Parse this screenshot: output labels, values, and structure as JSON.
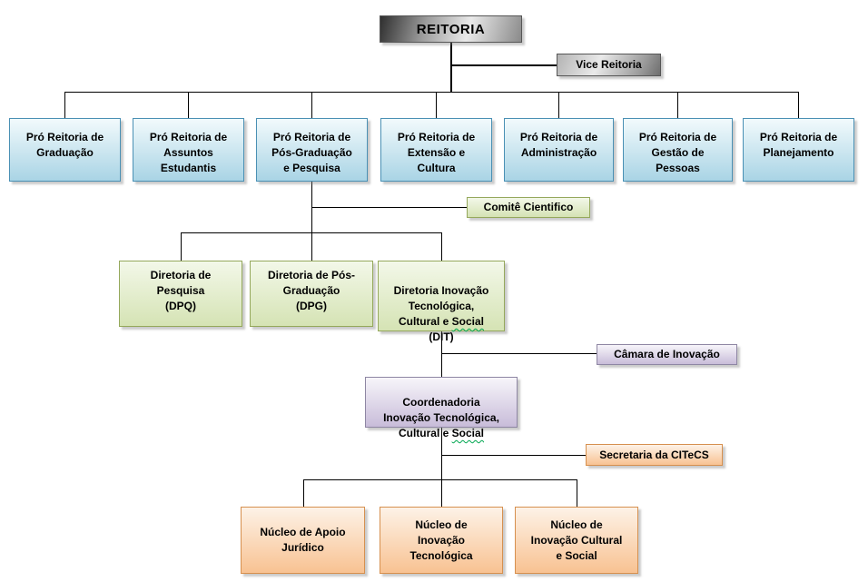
{
  "org": {
    "reitoria": "REITORIA",
    "vice_reitoria": "Vice Reitoria",
    "pro_reitorias": [
      "Pró Reitoria de\nGraduação",
      "Pró Reitoria de\nAssuntos\nEstudantis",
      "Pró Reitoria de\nPós-Graduação\ne Pesquisa",
      "Pró Reitoria de\nExtensão e\nCultura",
      "Pró Reitoria de\nAdministração",
      "Pró Reitoria de\nGestão de\nPessoas",
      "Pró Reitoria de\nPlanejamento"
    ],
    "comite": "Comitê Cientifico",
    "dpq": "Diretoria de\nPesquisa\n(DPQ)",
    "dpg": "Diretoria de Pós-\nGraduação\n(DPG)",
    "dit": {
      "pre": "Diretoria Inovação\nTecnológica,\nCultural e ",
      "flagged": "Social",
      "post": "\n(DIT)"
    },
    "camara": "Câmara de Inovação",
    "coordenadoria": {
      "pre": "Coordenadoria\nInovação Tecnológica,\nCultural e ",
      "flagged": "Social"
    },
    "secretaria": "Secretaria da CITeCS",
    "nucleos": [
      "Núcleo de Apoio\nJurídico",
      "Núcleo de\nInovação\nTecnológica",
      "Núcleo de\nInovação Cultural\ne Social"
    ]
  },
  "colors": {
    "blue-border": "#4a90b4",
    "blue-top": "#f2fafc",
    "blue-bottom": "#a9d4e5",
    "green-border": "#95a85c",
    "green-top": "#f3f8e9",
    "green-bottom": "#d5e3b4",
    "purple-border": "#8e86a3",
    "purple-top": "#f7f5fa",
    "purple-bottom": "#c8bcd9",
    "orange-border": "#d6904f",
    "orange-top": "#fdf2e7",
    "orange-bottom": "#f8c292",
    "gray-border": "#565656",
    "line": "#000000",
    "squiggle": "#00a650"
  }
}
